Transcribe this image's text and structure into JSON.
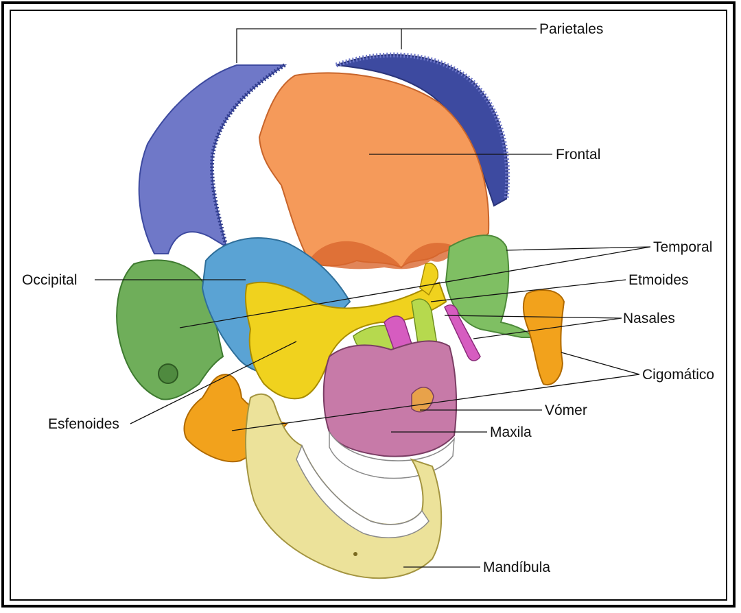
{
  "labels": {
    "parietales": "Parietales",
    "frontal": "Frontal",
    "temporal": "Temporal",
    "etmoides": "Etmoides",
    "nasales": "Nasales",
    "cigomatico": "Cigomático",
    "vomer": "Vómer",
    "maxila": "Maxila",
    "mandibula": "Mandíbula",
    "occipital": "Occipital",
    "esfenoides": "Esfenoides"
  },
  "colors": {
    "parietal": "#6f78c8",
    "parietal_dark": "#3d4aa0",
    "frontal": "#f59a5a",
    "occipital": "#6fae5a",
    "temporal": "#7fbf63",
    "sphenoid": "#f0d21e",
    "ethmoid": "#b6d94e",
    "nasal": "#d65cc0",
    "zygomatic": "#f2a21c",
    "vomer_blue": "#5aa3d4",
    "maxilla": "#c77aa8",
    "mandible": "#ece29a",
    "frame": "#000000"
  }
}
